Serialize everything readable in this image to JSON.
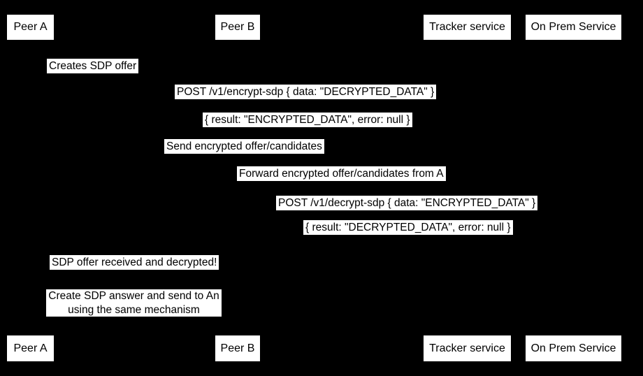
{
  "diagram": {
    "type": "sequence-diagram",
    "colors": {
      "background": "#000000",
      "label_fill": "#ffffff",
      "label_text": "#000000"
    },
    "actors": [
      {
        "label": "Peer A"
      },
      {
        "label": "Peer B"
      },
      {
        "label": "Tracker service"
      },
      {
        "label": "On Prem Service"
      }
    ],
    "messages": [
      {
        "text": "Creates SDP offer"
      },
      {
        "text": "POST /v1/encrypt-sdp { data: \"DECRYPTED_DATA\" }"
      },
      {
        "text": "{ result: \"ENCRYPTED_DATA\", error: null }"
      },
      {
        "text": "Send encrypted offer/candidates"
      },
      {
        "text": "Forward encrypted offer/candidates from A"
      },
      {
        "text": "POST /v1/decrypt-sdp { data: \"ENCRYPTED_DATA\" }"
      },
      {
        "text": "{ result: \"DECRYPTED_DATA\", error: null }"
      },
      {
        "text": "SDP offer received and decrypted!"
      }
    ],
    "note": {
      "lines": [
        "Create SDP answer and send to An",
        "using the same mechanism"
      ]
    }
  }
}
